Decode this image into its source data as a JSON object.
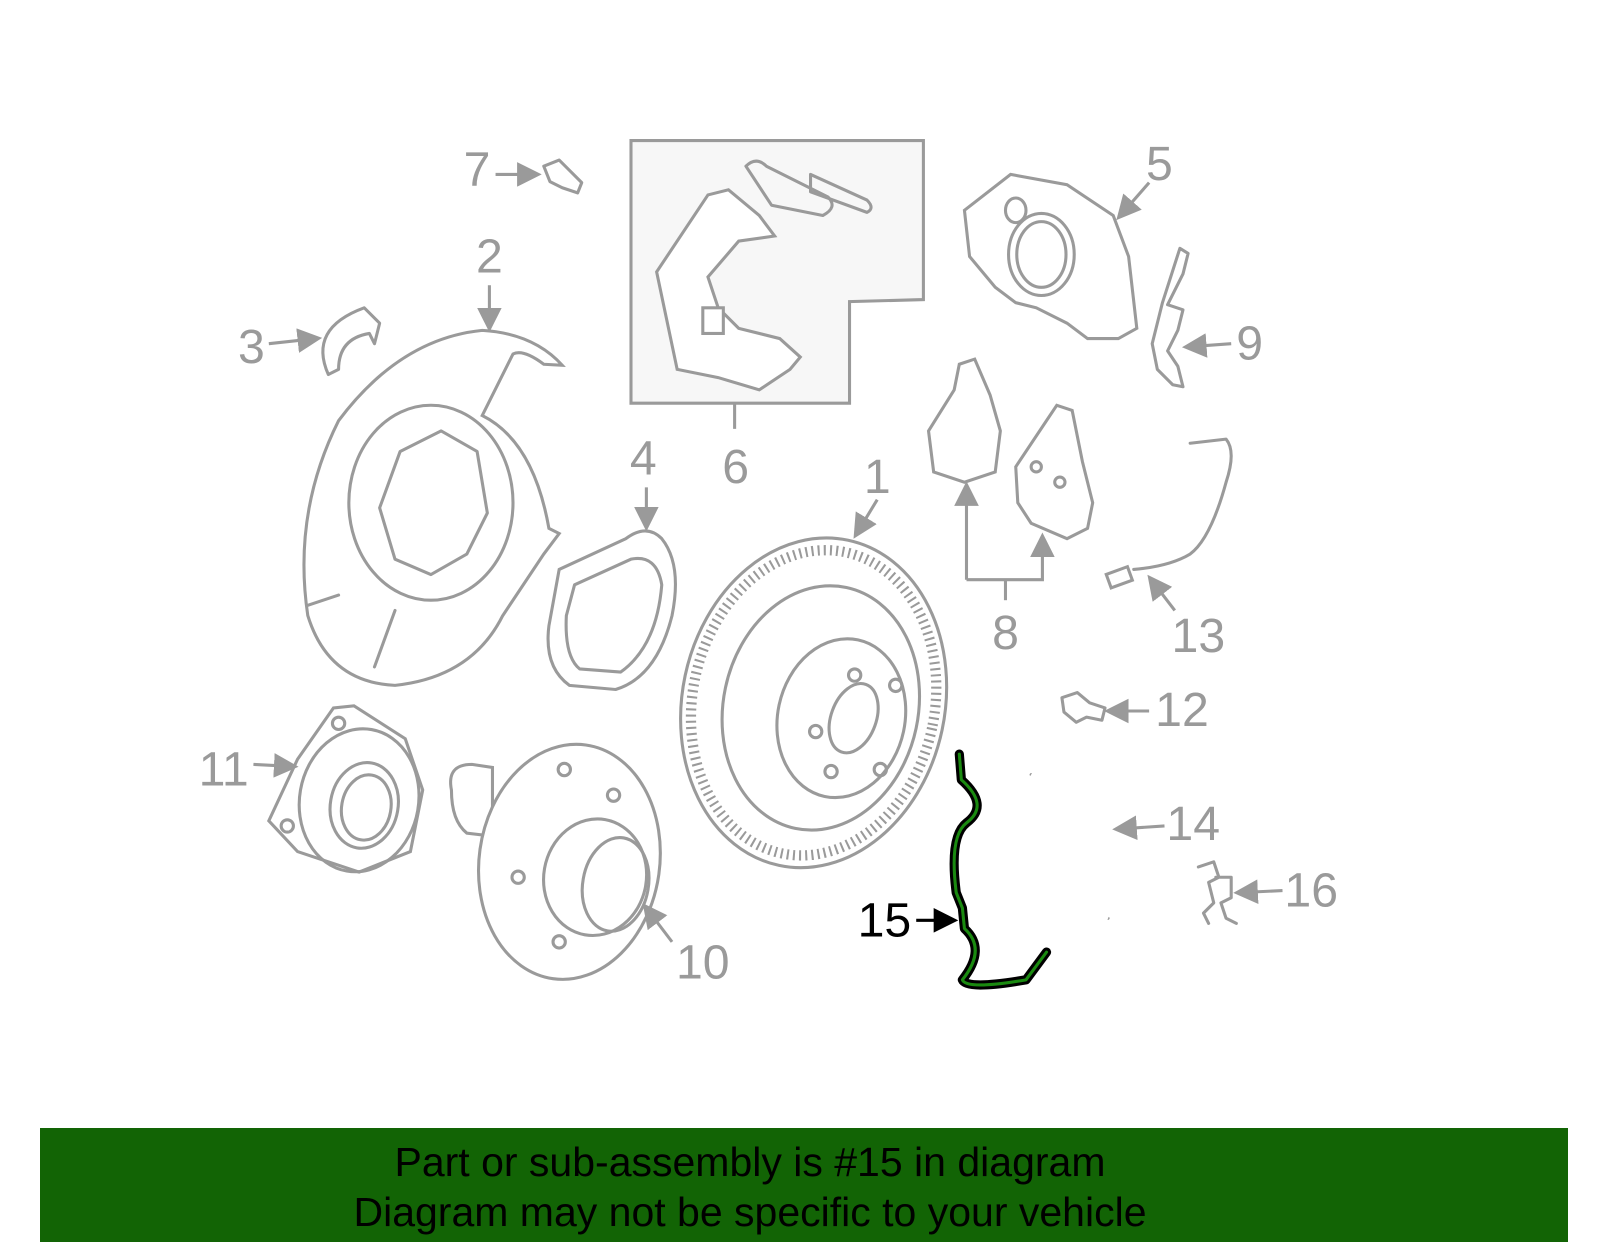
{
  "diagram": {
    "highlighted_part": "15",
    "highlight_color": "#1a8a10",
    "part_labels": {
      "p1": "1",
      "p2": "2",
      "p3": "3",
      "p4": "4",
      "p5": "5",
      "p6": "6",
      "p7": "7",
      "p8": "8",
      "p9": "9",
      "p10": "10",
      "p11": "11",
      "p12": "12",
      "p13": "13",
      "p14": "14",
      "p15": "15",
      "p16": "16"
    }
  },
  "banner": {
    "line1": "Part or sub-assembly is #15 in diagram",
    "line2": "Diagram may not be specific to your vehicle",
    "background": "#126405"
  }
}
